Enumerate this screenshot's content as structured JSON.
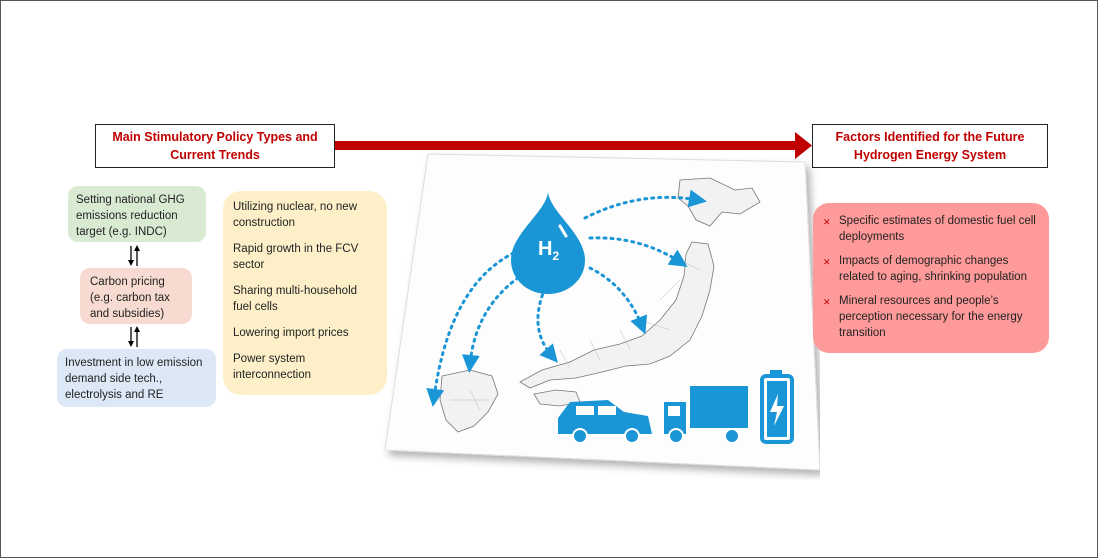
{
  "header": {
    "left_title": "Main Stimulatory Policy Types and Current Trends",
    "right_title": "Factors Identified for the Future Hydrogen Energy System"
  },
  "policy_chain": [
    {
      "label": "Setting national GHG emissions reduction target (e.g. INDC)"
    },
    {
      "label": "Carbon pricing (e.g. carbon tax and subsidies)"
    },
    {
      "label": "Investment in low emission demand side tech., electrolysis and RE"
    }
  ],
  "trends": [
    "Utilizing nuclear, no new construction",
    "Rapid growth in the FCV sector",
    "Sharing multi-household fuel cells",
    "Lowering import prices",
    "Power system interconnection"
  ],
  "factors": [
    "Specific estimates of domestic fuel cell deployments",
    "Impacts of demographic changes related to aging, shrinking population",
    "Mineral resources and people’s perception necessary for the energy transition"
  ],
  "center": {
    "symbol": "H",
    "subscript": "2",
    "icons": [
      "car-icon",
      "truck-icon",
      "battery-icon"
    ]
  },
  "colors": {
    "arrow": "#c00000",
    "accent": "#1a96d6",
    "factors_bg": "#ff9a9a",
    "trends_bg": "#fdf0c9"
  }
}
